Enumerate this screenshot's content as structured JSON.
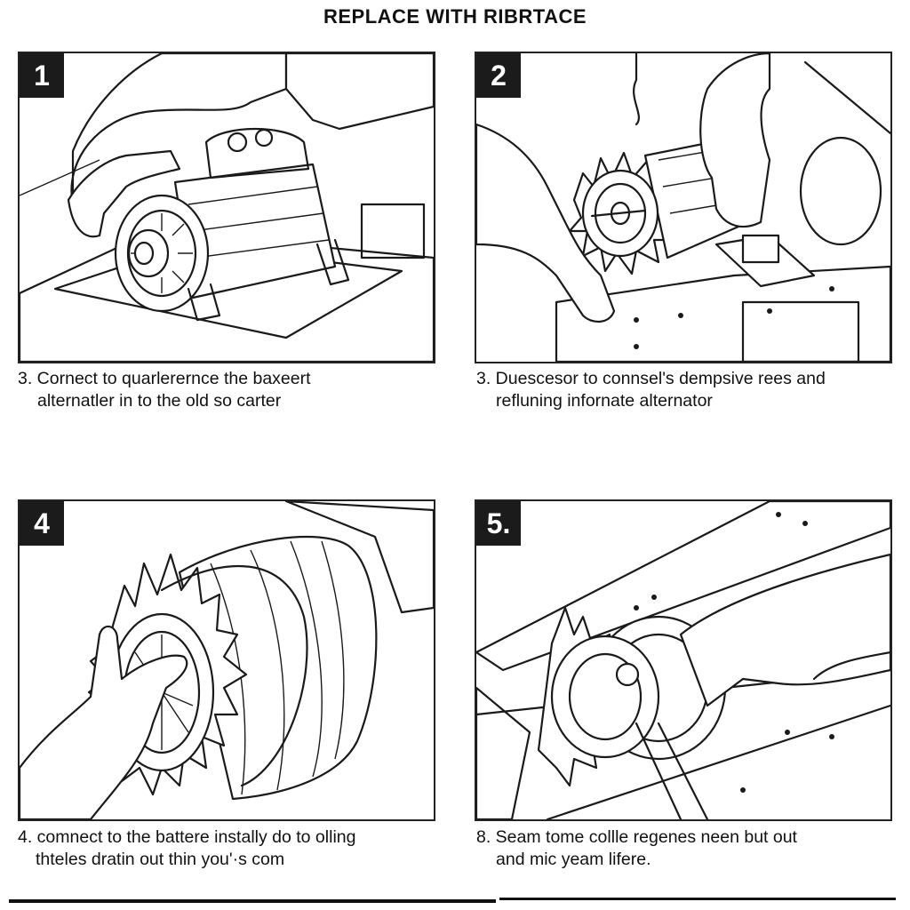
{
  "title": "REPLACE WITH RIBRTACE",
  "steps": [
    {
      "number": "1",
      "caption_line1": "3.  Cornect to quarlerernce the baxeert",
      "caption_line2": "alternatler in to the old so carter"
    },
    {
      "number": "2",
      "caption_line1": "3.  Duescesor to connsel's dempsive rees and",
      "caption_line2": "refluning infornate alternator"
    },
    {
      "number": "4",
      "caption_line1": "4. comnect to the battere instally do to olling",
      "caption_line2": "thteles dratin out thin you'·s com"
    },
    {
      "number": "5.",
      "caption_line1": "8.  Seam tome collle regenes neen but out",
      "caption_line2": "and mic yeam lifere."
    }
  ],
  "icons": [
    "alternator-illustration",
    "hand-illustration",
    "pulley-illustration"
  ]
}
